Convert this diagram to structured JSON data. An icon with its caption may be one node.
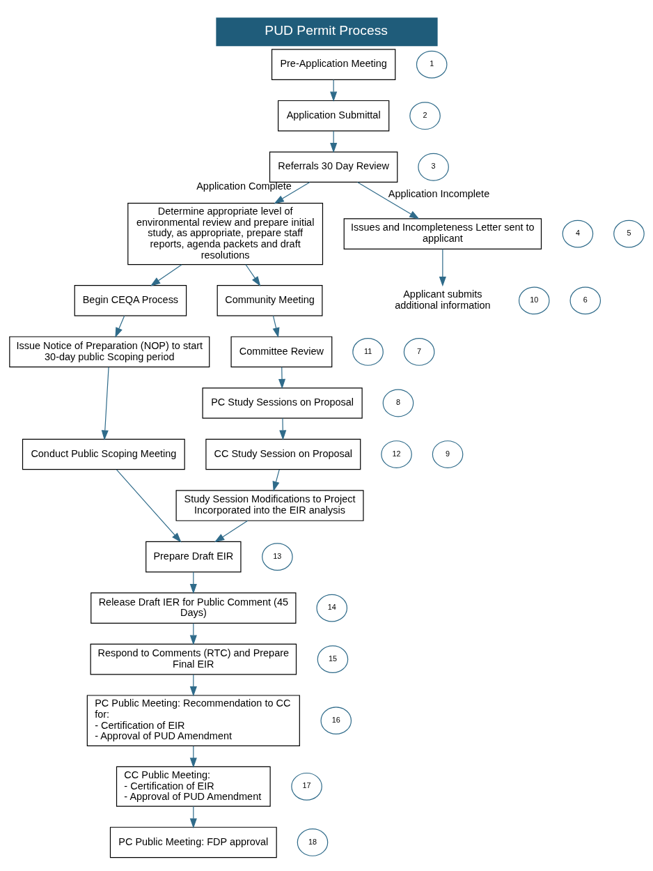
{
  "diagram": {
    "title": "PUD Permit Process",
    "nodes": [
      {
        "text": [
          "Pre-Application Meeting"
        ]
      },
      {
        "text": [
          "1"
        ]
      },
      {
        "text": [
          "Application Submittal"
        ]
      },
      {
        "text": [
          "2"
        ]
      },
      {
        "text": [
          "Referrals 30 Day Review"
        ]
      },
      {
        "text": [
          "3"
        ]
      },
      {
        "text": [
          "Applicant submits additional information"
        ]
      },
      {
        "text": [
          "Determine appropriate level of environmental review and prepare initial study, as appropriate, prepare staff reports, agenda packets and draft resolutions"
        ]
      },
      {
        "text": [
          "4"
        ]
      },
      {
        "text": [
          "Issues and Incompleteness Letter sent to applicant"
        ]
      },
      {
        "text": [
          "5"
        ]
      },
      {
        "text": [
          "Begin CEQA Process"
        ]
      },
      {
        "text": [
          "10"
        ]
      },
      {
        "text": [
          "Community Meeting"
        ]
      },
      {
        "text": [
          "6"
        ]
      },
      {
        "text": [
          "Issue Notice of Preparation (NOP) to start 30-day public Scoping period"
        ]
      },
      {
        "text": [
          "11"
        ]
      },
      {
        "text": [
          "Committee Review"
        ]
      },
      {
        "text": [
          "7"
        ]
      },
      {
        "text": [
          "Conduct Public Scoping Meeting"
        ]
      },
      {
        "text": [
          "12"
        ]
      },
      {
        "text": [
          "PC Study Sessions on Proposal"
        ]
      },
      {
        "text": [
          "8"
        ]
      },
      {
        "text": [
          "CC Study Session on Proposal"
        ]
      },
      {
        "text": [
          "9"
        ]
      },
      {
        "text": [
          "Study Session Modifications to Project Incorporated into the EIR analysis"
        ]
      },
      {
        "text": [
          "Prepare Draft EIR"
        ]
      },
      {
        "text": [
          "13"
        ]
      },
      {
        "text": [
          "Release Draft IER for Public Comment (45 Days)"
        ]
      },
      {
        "text": [
          "14"
        ]
      },
      {
        "text": [
          "Respond to Comments (RTC) and Prepare Final EIR"
        ]
      },
      {
        "text": [
          "15"
        ]
      },
      {
        "text": [
          "PC Public Meeting: Recommendation to CC for:",
          "- Certification of EIR",
          "- Approval of PUD Amendment"
        ]
      },
      {
        "text": [
          "16"
        ]
      },
      {
        "text": [
          "CC Public Meeting:",
          "- Certification of EIR",
          "- Approval of PUD Amendment"
        ]
      },
      {
        "text": [
          "17"
        ]
      },
      {
        "text": [
          "PC Public Meeting: FDP approval"
        ]
      },
      {
        "text": [
          "18"
        ]
      }
    ],
    "edges": [
      {
        "from": 0,
        "to": 2,
        "arrow": "to"
      },
      {
        "from": 2,
        "to": 4,
        "arrow": "to"
      },
      {
        "from": 4,
        "to": 7,
        "arrow": "to",
        "label": "Application Complete"
      },
      {
        "from": 4,
        "to": 9,
        "arrow": "to",
        "label": "Application Incomplete"
      },
      {
        "from": 9,
        "to": 6,
        "arrow": "to"
      },
      {
        "from": 7,
        "to": 11,
        "arrow": "to"
      },
      {
        "from": 7,
        "to": 13,
        "arrow": "to"
      },
      {
        "from": 11,
        "to": 15,
        "arrow": "to"
      },
      {
        "from": 15,
        "to": 19,
        "arrow": "to"
      },
      {
        "from": 19,
        "to": 26,
        "arrow": "to"
      },
      {
        "from": 13,
        "to": 17,
        "arrow": "to"
      },
      {
        "from": 17,
        "to": 21,
        "arrow": "to"
      },
      {
        "from": 21,
        "to": 23,
        "arrow": "to"
      },
      {
        "from": 23,
        "to": 25,
        "arrow": "to"
      },
      {
        "from": 25,
        "to": 26,
        "arrow": "to"
      },
      {
        "from": 26,
        "to": 28,
        "arrow": "to"
      },
      {
        "from": 28,
        "to": 30,
        "arrow": "to"
      },
      {
        "from": 30,
        "to": 32,
        "arrow": "to"
      },
      {
        "from": 32,
        "to": 34,
        "arrow": "to"
      },
      {
        "from": 34,
        "to": 36,
        "arrow": "to"
      }
    ]
  }
}
